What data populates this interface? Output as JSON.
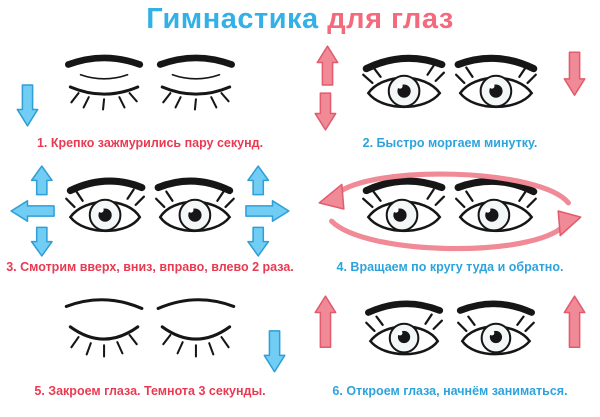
{
  "title": {
    "part1": "Гимнастика",
    "part2": "для глаз"
  },
  "steps": [
    {
      "caption": "1. Крепко зажмурились пару секунд.",
      "color": "red",
      "arrows": [
        "blue-down-left"
      ]
    },
    {
      "caption": "2. Быстро моргаем минутку.",
      "color": "blue",
      "arrows": [
        "pink-up-left",
        "pink-down-left",
        "pink-down-right"
      ]
    },
    {
      "caption": "3. Смотрим вверх, вниз, вправо, влево 2 раза.",
      "color": "red",
      "arrows": [
        "blue-up-left",
        "blue-left",
        "blue-down-left",
        "blue-up-right",
        "blue-right",
        "blue-down-right"
      ]
    },
    {
      "caption": "4. Вращаем по кругу туда и обратно.",
      "color": "blue",
      "arrows": [
        "pink-ellipse-top",
        "pink-ellipse-bottom"
      ]
    },
    {
      "caption": "5. Закроем глаза. Темнота 3 секунды.",
      "color": "red",
      "arrows": [
        "blue-down-right"
      ]
    },
    {
      "caption": "6. Откроем глаза, начнём заниматься.",
      "color": "blue",
      "arrows": [
        "pink-up-left",
        "pink-up-right"
      ]
    }
  ],
  "colors": {
    "title_blue": "#33b1e6",
    "title_pink": "#f4697c",
    "caption_red": "#e93a52",
    "caption_blue": "#2da3dd",
    "arrow_blue": "#72cdf4",
    "arrow_pink": "#f08a96",
    "ink": "#161616",
    "background": "#ffffff"
  }
}
